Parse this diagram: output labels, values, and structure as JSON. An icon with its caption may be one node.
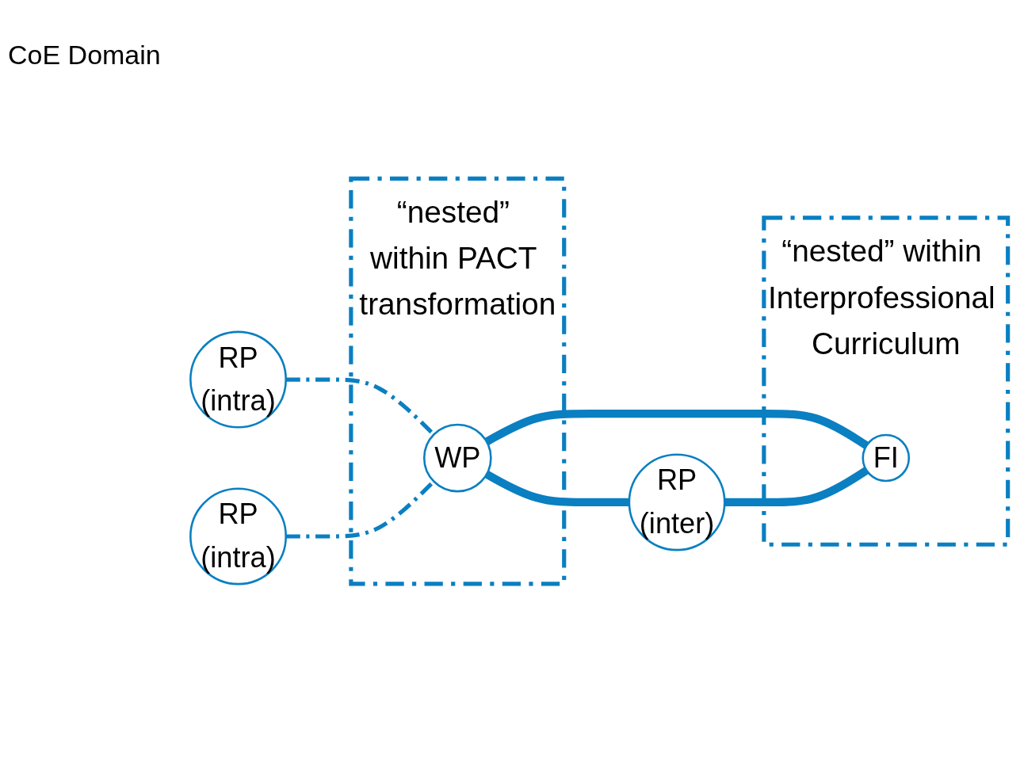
{
  "diagram": {
    "nodes": [
      {
        "text": [
          "“nested” within PACT transformation"
        ]
      },
      {
        "text": [
          "WP"
        ],
        "in": 0
      },
      {
        "text": [
          "RP",
          "(intra)"
        ]
      },
      {
        "text": [
          "RP",
          "(inter)"
        ]
      },
      {
        "text": [
          "RP",
          "(intra)"
        ]
      },
      {
        "text": [
          "“nested” within Interprofessional Curriculum"
        ]
      },
      {
        "text": [
          "FI"
        ],
        "in": 5
      }
    ],
    "edges": [
      {
        "from": 1,
        "to": 3,
        "arrow": "none"
      },
      {
        "from": 1,
        "to": 6,
        "arrow": "none"
      },
      {
        "from": 3,
        "to": 6,
        "arrow": "none"
      },
      {
        "from": 2,
        "to": 1,
        "arrow": "none",
        "style": "dashed"
      },
      {
        "from": 4,
        "to": 1,
        "arrow": "none",
        "style": "dashed"
      }
    ],
    "labels": [
      "CoE Domain"
    ]
  }
}
